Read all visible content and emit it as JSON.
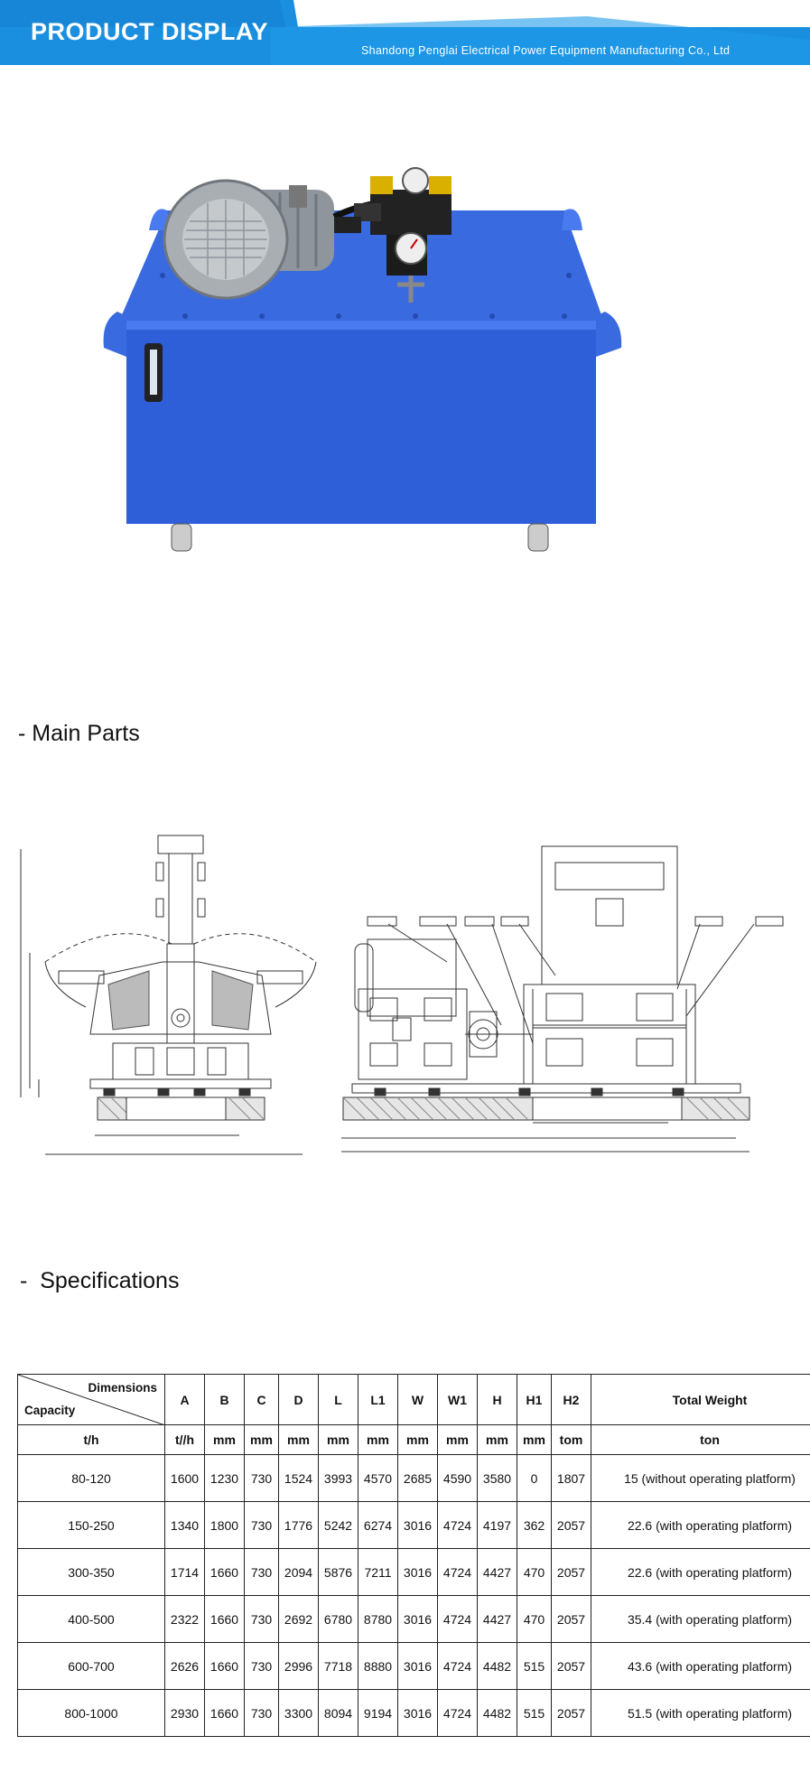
{
  "banner": {
    "title": "PRODUCT DISPLAY",
    "company": "Shandong Penglai Electrical Power Equipment Manufacturing Co., Ltd",
    "color": "#1a8fe0"
  },
  "sections": {
    "main_parts": "- Main Parts",
    "specifications": "-  Specifications"
  },
  "product": {
    "body_color": "#2f5fd8",
    "motor_color": "#9aa0a6"
  },
  "specs": {
    "corner_dimensions": "Dimensions",
    "corner_capacity": "Capacity",
    "columns": [
      "A",
      "B",
      "C",
      "D",
      "L",
      "L1",
      "W",
      "W1",
      "H",
      "H1",
      "H2",
      "Total Weight"
    ],
    "units": [
      "t/h",
      "t//h",
      "mm",
      "mm",
      "mm",
      "mm",
      "mm",
      "mm",
      "mm",
      "mm",
      "mm",
      "tom",
      "ton"
    ],
    "rows": [
      [
        "80-120",
        "1600",
        "1230",
        "730",
        "1524",
        "3993",
        "4570",
        "2685",
        "4590",
        "3580",
        "0",
        "1807",
        "15 (without operating platform)"
      ],
      [
        "150-250",
        "1340",
        "1800",
        "730",
        "1776",
        "5242",
        "6274",
        "3016",
        "4724",
        "4197",
        "362",
        "2057",
        "22.6 (with operating platform)"
      ],
      [
        "300-350",
        "1714",
        "1660",
        "730",
        "2094",
        "5876",
        "7211",
        "3016",
        "4724",
        "4427",
        "470",
        "2057",
        "22.6 (with operating platform)"
      ],
      [
        "400-500",
        "2322",
        "1660",
        "730",
        "2692",
        "6780",
        "8780",
        "3016",
        "4724",
        "4427",
        "470",
        "2057",
        "35.4 (with operating platform)"
      ],
      [
        "600-700",
        "2626",
        "1660",
        "730",
        "2996",
        "7718",
        "8880",
        "3016",
        "4724",
        "4482",
        "515",
        "2057",
        "43.6 (with operating platform)"
      ],
      [
        "800-1000",
        "2930",
        "1660",
        "730",
        "3300",
        "8094",
        "9194",
        "3016",
        "4724",
        "4482",
        "515",
        "2057",
        "51.5 (with operating platform)"
      ]
    ]
  }
}
